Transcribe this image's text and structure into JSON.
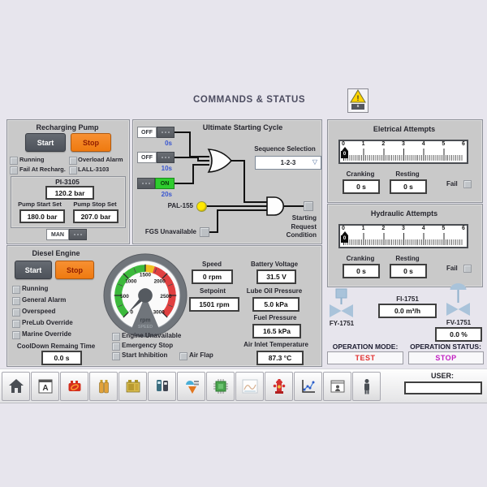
{
  "header": {
    "title": "COMMANDS & STATUS",
    "warn_badge": "s"
  },
  "recharging_pump": {
    "title": "Recharging Pump",
    "start": "Start",
    "stop": "Stop",
    "ind": [
      "Running",
      "Overload Alarm",
      "Fail At Recharg.",
      "LALL-3103"
    ],
    "pi": {
      "label": "PI-3105",
      "value": "120.2 bar"
    },
    "start_set": {
      "label": "Pump Start Set",
      "value": "180.0 bar"
    },
    "stop_set": {
      "label": "Pump Stop Set",
      "value": "207.0 bar"
    },
    "man": "MAN"
  },
  "cycle": {
    "title": "Ultimate Starting Cycle",
    "toggles": [
      {
        "state": "OFF",
        "time": "0s"
      },
      {
        "state": "OFF",
        "time": "10s"
      },
      {
        "state": "ON",
        "time": "20s"
      }
    ],
    "seq_label": "Sequence Selection",
    "seq_value": "1-2-3",
    "pal": "PAL-155",
    "fgs": "FGS Unavailable",
    "out1": "Starting",
    "out2": "Request",
    "out3": "Condition"
  },
  "electrical": {
    "title": "Eletrical Attempts",
    "ticks": [
      "0",
      "1",
      "2",
      "3",
      "4",
      "5",
      "6"
    ],
    "pointer": "0",
    "cranking_label": "Cranking",
    "cranking": "0 s",
    "resting_label": "Resting",
    "resting": "0 s",
    "fail": "Fail"
  },
  "hydraulic": {
    "title": "Hydraulic Attempts",
    "ticks": [
      "0",
      "1",
      "2",
      "3",
      "4",
      "5",
      "6"
    ],
    "pointer": "0",
    "cranking_label": "Cranking",
    "cranking": "0 s",
    "resting_label": "Resting",
    "resting": "0 s",
    "fail": "Fail"
  },
  "diesel": {
    "title": "Diesel Engine",
    "start": "Start",
    "stop": "Stop",
    "ind": [
      "Running",
      "General Alarm",
      "Overspeed",
      "PreLub Override",
      "Marine Override"
    ],
    "cooldown_label": "CoolDown Remaing Time",
    "cooldown": "0.0 s",
    "status": [
      "Engine Unavailable",
      "Emergency Stop",
      "Start Inhibition",
      "Air Flap"
    ],
    "gauge": {
      "unit": "rpm",
      "name": "SPEED",
      "value": 0,
      "ticks": [
        "0",
        "500",
        "1000",
        "1500",
        "2000",
        "2500",
        "3000"
      ]
    },
    "fields": [
      {
        "label": "Speed",
        "value": "0 rpm"
      },
      {
        "label": "Setpoint",
        "value": "1501 rpm"
      },
      {
        "label": "Battery Voltage",
        "value": "31.5 V"
      },
      {
        "label": "Lube Oil Pressure",
        "value": "5.0 kPa"
      },
      {
        "label": "Fuel Pressure",
        "value": "16.5 kPa"
      },
      {
        "label": "Air Inlet Temperature",
        "value": "87.3 °C"
      }
    ]
  },
  "flow": {
    "fi_label": "FI-1751",
    "fi_value": "0.0 m³/h",
    "fy_label": "FY-1751",
    "fv_label": "FV-1751",
    "fv_value": "0.0 %"
  },
  "operation": {
    "mode_label": "OPERATION MODE:",
    "mode": "TEST",
    "status_label": "OPERATION STATUS:",
    "status": "STOP"
  },
  "toolbar": {
    "icons": [
      "home",
      "alarm-summary",
      "engine",
      "gas-bottles",
      "generator",
      "instruments",
      "separator-filter",
      "cpu-chip",
      "trend-chart",
      "fire-hydrant",
      "scatter-chart",
      "login-window",
      "operator"
    ],
    "user_label": "USER:",
    "user_value": ""
  },
  "colors": {
    "accent_orange": "#f5821f",
    "on_green": "#2ecc2e",
    "alarm_yellow": "#ffd400",
    "test_red": "#e23030",
    "stop_magenta": "#c21fc2",
    "lamp_yellow": "#ffe800",
    "panel_gray": "#c9c9c9",
    "page_bg": "#e7e5ed",
    "valve_blue": "#a9c3da"
  }
}
